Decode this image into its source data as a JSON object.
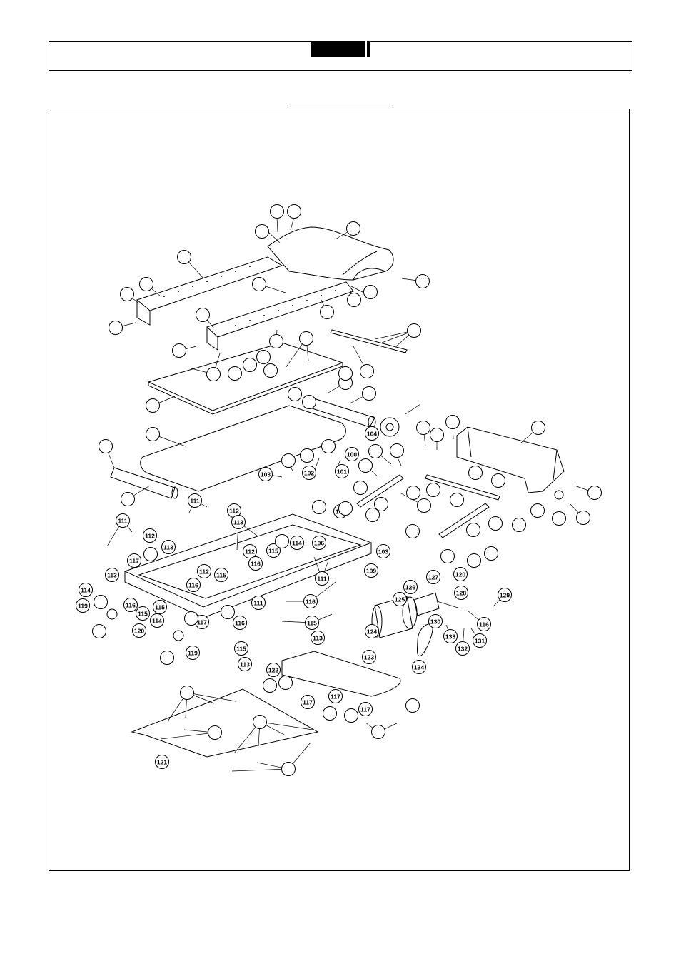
{
  "callouts": [
    {
      "id": "c-blank-01",
      "label": ""
    },
    {
      "id": "c-blank-02",
      "label": ""
    },
    {
      "id": "c-blank-03",
      "label": ""
    },
    {
      "id": "c-blank-04",
      "label": ""
    },
    {
      "id": "c-blank-05",
      "label": ""
    },
    {
      "id": "c-blank-06",
      "label": ""
    },
    {
      "id": "c-blank-07",
      "label": ""
    },
    {
      "id": "c-blank-08",
      "label": ""
    },
    {
      "id": "c-blank-09",
      "label": ""
    },
    {
      "id": "c-blank-10",
      "label": ""
    },
    {
      "id": "c-blank-11",
      "label": ""
    },
    {
      "id": "c-blank-12",
      "label": ""
    },
    {
      "id": "c-blank-13",
      "label": ""
    },
    {
      "id": "c-blank-14",
      "label": ""
    },
    {
      "id": "c-blank-15",
      "label": ""
    },
    {
      "id": "c-blank-16",
      "label": ""
    },
    {
      "id": "c-blank-17",
      "label": ""
    },
    {
      "id": "c-blank-18",
      "label": ""
    },
    {
      "id": "c-blank-19",
      "label": ""
    },
    {
      "id": "c-blank-20",
      "label": ""
    },
    {
      "id": "c-blank-21",
      "label": ""
    },
    {
      "id": "c-blank-22",
      "label": ""
    },
    {
      "id": "c-blank-23",
      "label": ""
    },
    {
      "id": "c-blank-24",
      "label": ""
    },
    {
      "id": "c-blank-25",
      "label": ""
    },
    {
      "id": "c-blank-26",
      "label": ""
    },
    {
      "id": "c-blank-27",
      "label": ""
    },
    {
      "id": "c-104",
      "label": "104"
    },
    {
      "id": "c-100",
      "label": "100"
    },
    {
      "id": "c-103a",
      "label": "103"
    },
    {
      "id": "c-102",
      "label": "102"
    },
    {
      "id": "c-101",
      "label": "101"
    },
    {
      "id": "c-105",
      "label": "105"
    },
    {
      "id": "c-111a",
      "label": "111"
    },
    {
      "id": "c-112a",
      "label": "112"
    },
    {
      "id": "c-111b",
      "label": "111"
    },
    {
      "id": "c-112b",
      "label": "112"
    },
    {
      "id": "c-113a",
      "label": "113"
    },
    {
      "id": "c-113b",
      "label": "113"
    },
    {
      "id": "c-114a",
      "label": "114"
    },
    {
      "id": "c-106",
      "label": "106"
    },
    {
      "id": "c-103b",
      "label": "103"
    },
    {
      "id": "c-112c",
      "label": "112"
    },
    {
      "id": "c-115a",
      "label": "115"
    },
    {
      "id": "c-116a",
      "label": "116"
    },
    {
      "id": "c-117a",
      "label": "117"
    },
    {
      "id": "c-112d",
      "label": "112"
    },
    {
      "id": "c-115b",
      "label": "115"
    },
    {
      "id": "c-116b",
      "label": "116"
    },
    {
      "id": "c-111c",
      "label": "111"
    },
    {
      "id": "c-109",
      "label": "109"
    },
    {
      "id": "c-113c",
      "label": "113"
    },
    {
      "id": "c-114b",
      "label": "114"
    },
    {
      "id": "c-119a",
      "label": "119"
    },
    {
      "id": "c-116c",
      "label": "116"
    },
    {
      "id": "c-115c",
      "label": "115"
    },
    {
      "id": "c-115d",
      "label": "115"
    },
    {
      "id": "c-114c",
      "label": "114"
    },
    {
      "id": "c-120a",
      "label": "120"
    },
    {
      "id": "c-117b",
      "label": "117"
    },
    {
      "id": "c-116d",
      "label": "116"
    },
    {
      "id": "c-111d",
      "label": "111"
    },
    {
      "id": "c-116e",
      "label": "116"
    },
    {
      "id": "c-115e",
      "label": "115"
    },
    {
      "id": "c-113d",
      "label": "113"
    },
    {
      "id": "c-119b",
      "label": "119"
    },
    {
      "id": "c-115f",
      "label": "115"
    },
    {
      "id": "c-113e",
      "label": "113"
    },
    {
      "id": "c-126",
      "label": "126"
    },
    {
      "id": "c-127",
      "label": "127"
    },
    {
      "id": "c-120b",
      "label": "120"
    },
    {
      "id": "c-128",
      "label": "128"
    },
    {
      "id": "c-125",
      "label": "125"
    },
    {
      "id": "c-129",
      "label": "129"
    },
    {
      "id": "c-130",
      "label": "130"
    },
    {
      "id": "c-116f",
      "label": "116"
    },
    {
      "id": "c-124",
      "label": "124"
    },
    {
      "id": "c-133",
      "label": "133"
    },
    {
      "id": "c-131",
      "label": "131"
    },
    {
      "id": "c-132",
      "label": "132"
    },
    {
      "id": "c-123",
      "label": "123"
    },
    {
      "id": "c-134",
      "label": "134"
    },
    {
      "id": "c-122",
      "label": "122"
    },
    {
      "id": "c-117c",
      "label": "117"
    },
    {
      "id": "c-117d",
      "label": "117"
    },
    {
      "id": "c-117e",
      "label": "117"
    },
    {
      "id": "c-121",
      "label": "121"
    }
  ]
}
